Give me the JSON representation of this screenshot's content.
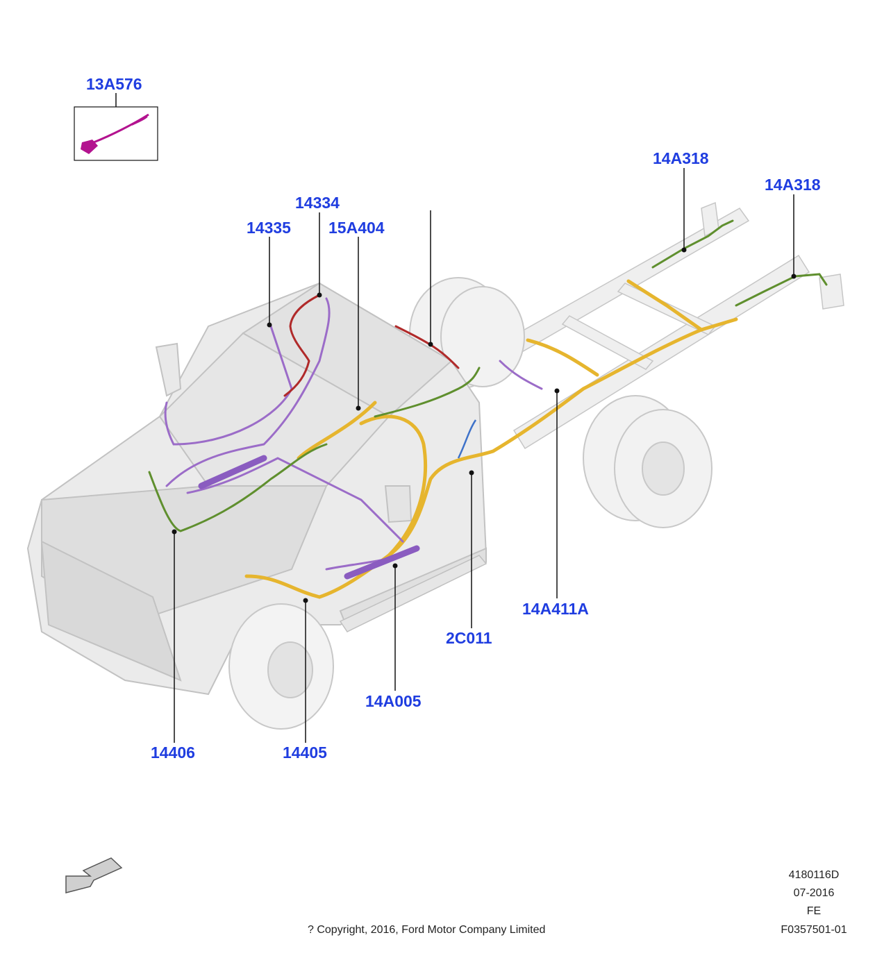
{
  "callouts": {
    "c13A576": "13A576",
    "c14A318a": "14A318",
    "c14A318b": "14A318",
    "c14334": "14334",
    "c14335": "14335",
    "c15A404": "15A404",
    "c14406": "14406",
    "c14405": "14405",
    "c14A005": "14A005",
    "c2C011": "2C011",
    "c14A411A": "14A411A"
  },
  "footer": {
    "doc_number": "4180116D",
    "date": "07-2016",
    "region": "FE",
    "figure_id": "F0357501-01",
    "copyright": "? Copyright, 2016, Ford Motor Company Limited"
  },
  "colors": {
    "callout_text": "#1f3de0",
    "leader": "#111111",
    "harness_yellow": "#e6b52e",
    "harness_purple": "#9b6cc8",
    "harness_green": "#5f8f2e",
    "harness_red": "#b02a2a",
    "harness_magenta": "#b3138f",
    "body_fill": "#ececec",
    "body_stroke": "#c4c4c4"
  }
}
